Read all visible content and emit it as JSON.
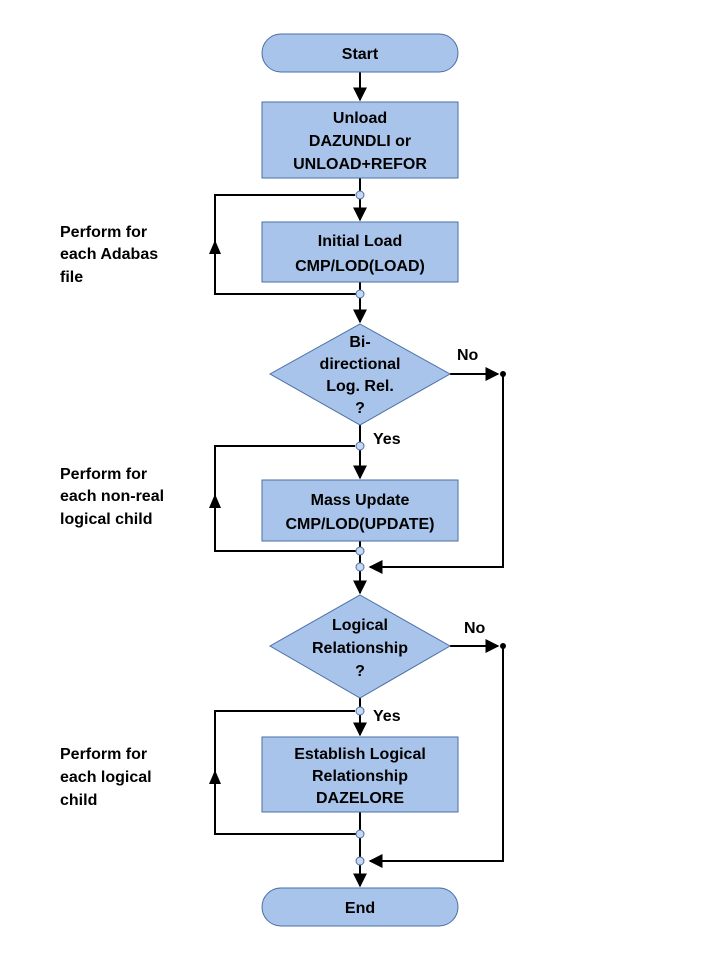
{
  "nodes": {
    "start": "Start",
    "unload": [
      "Unload",
      "DAZUNDLI or",
      "UNLOAD+REFOR"
    ],
    "initial_load": [
      "Initial Load",
      "CMP/LOD(LOAD)"
    ],
    "decision1": [
      "Bi-",
      "directional",
      "Log. Rel.",
      "?"
    ],
    "mass_update": [
      "Mass Update",
      "CMP/LOD(UPDATE)"
    ],
    "decision2": [
      "Logical",
      "Relationship",
      "?"
    ],
    "establish": [
      "Establish Logical",
      "Relationship",
      "DAZELORE"
    ],
    "end": "End"
  },
  "edge_labels": {
    "no1": "No",
    "yes1": "Yes",
    "no2": "No",
    "yes2": "Yes"
  },
  "loop_labels": {
    "loop1": [
      "Perform for",
      "each Adabas",
      "file"
    ],
    "loop2": [
      "Perform for",
      "each non-real",
      "logical child"
    ],
    "loop3": [
      "Perform for",
      "each logical",
      "child"
    ]
  },
  "colors": {
    "node_fill": "#a9c4ea",
    "node_stroke": "#4a6fa5",
    "connector_fill": "#c7d7ef"
  }
}
